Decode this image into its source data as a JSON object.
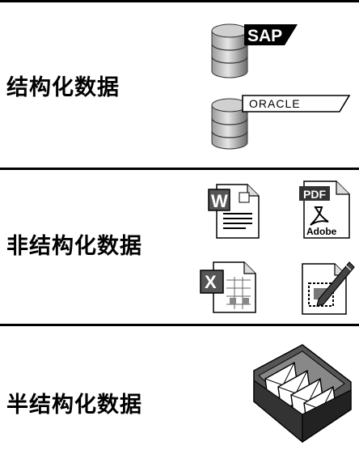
{
  "sections": [
    {
      "label": "结构化数据",
      "icons": [
        {
          "name": "sap-database-icon",
          "logo_text": "SAP"
        },
        {
          "name": "oracle-database-icon",
          "logo_text": "ORACLE"
        }
      ]
    },
    {
      "label": "非结构化数据",
      "icons": [
        {
          "name": "word-document-icon",
          "logo_text": "W"
        },
        {
          "name": "pdf-document-icon",
          "logo_text": "PDF",
          "sub_text": "Adobe"
        },
        {
          "name": "excel-document-icon",
          "logo_text": "X"
        },
        {
          "name": "image-edit-document-icon"
        }
      ]
    },
    {
      "label": "半结构化数据",
      "icons": [
        {
          "name": "email-card-file-icon"
        }
      ]
    }
  ],
  "colors": {
    "ink": "#000000",
    "cylinder_dark": "#6b6b6b",
    "cylinder_light": "#d9d9d9",
    "box_dark": "#3a3a3a",
    "paper": "#ffffff"
  }
}
